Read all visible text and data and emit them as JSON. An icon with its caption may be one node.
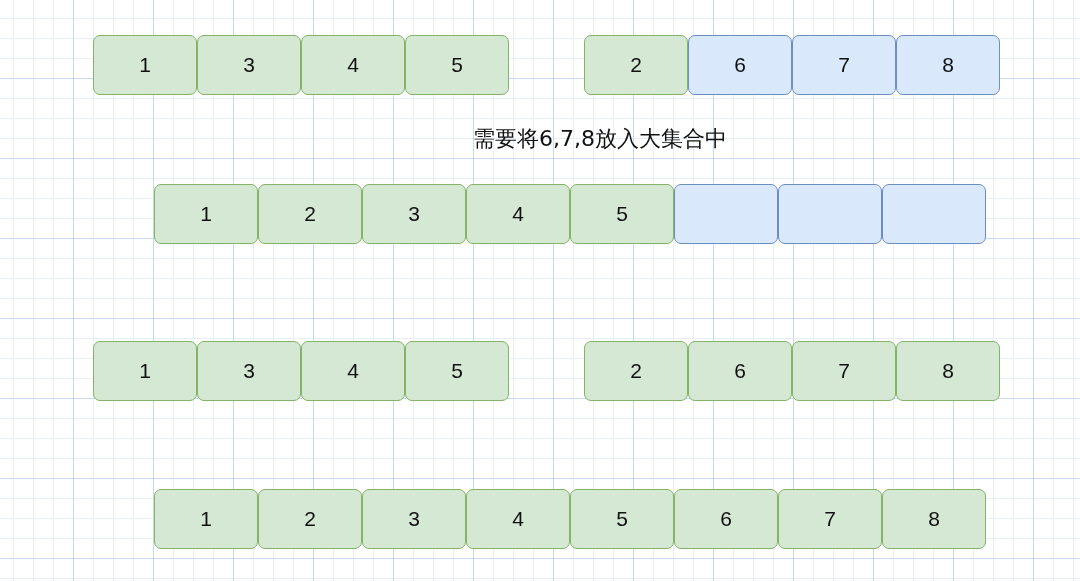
{
  "diagram": {
    "nodes": [
      {
        "text": [
          "1"
        ]
      },
      {
        "text": [
          "3"
        ]
      },
      {
        "text": [
          "4"
        ]
      },
      {
        "text": [
          "5"
        ]
      },
      {
        "text": [
          "2"
        ]
      },
      {
        "text": [
          "6"
        ]
      },
      {
        "text": [
          "7"
        ]
      },
      {
        "text": [
          "8"
        ]
      },
      {
        "text": [
          "1"
        ]
      },
      {
        "text": [
          "2"
        ]
      },
      {
        "text": [
          "3"
        ]
      },
      {
        "text": [
          "4"
        ]
      },
      {
        "text": [
          "5"
        ]
      },
      {
        "text": [],
        "shape": "box"
      },
      {
        "text": [],
        "shape": "box"
      },
      {
        "text": [],
        "shape": "box"
      },
      {
        "text": [
          "1"
        ]
      },
      {
        "text": [
          "3"
        ]
      },
      {
        "text": [
          "4"
        ]
      },
      {
        "text": [
          "5"
        ]
      },
      {
        "text": [
          "2"
        ]
      },
      {
        "text": [
          "6"
        ]
      },
      {
        "text": [
          "7"
        ]
      },
      {
        "text": [
          "8"
        ]
      },
      {
        "text": [
          "1"
        ]
      },
      {
        "text": [
          "2"
        ]
      },
      {
        "text": [
          "3"
        ]
      },
      {
        "text": [
          "4"
        ]
      },
      {
        "text": [
          "5"
        ]
      },
      {
        "text": [
          "6"
        ]
      },
      {
        "text": [
          "7"
        ]
      },
      {
        "text": [
          "8"
        ]
      }
    ],
    "labels": [
      "需要将6,7,8放入大集合中"
    ]
  }
}
